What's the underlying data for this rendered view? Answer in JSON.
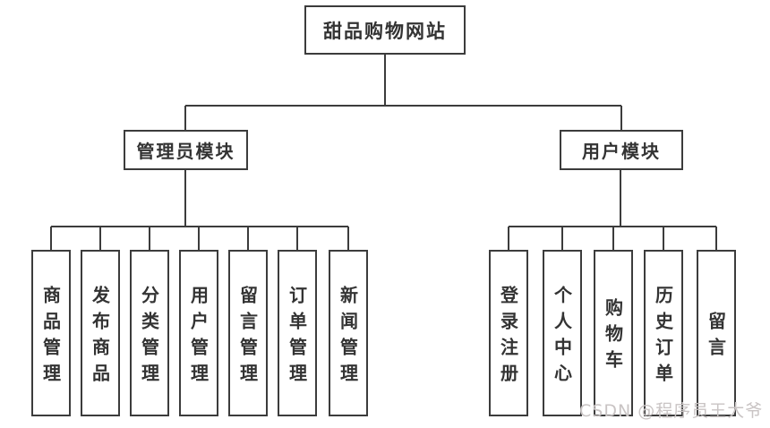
{
  "page": {
    "background": "#ffffff",
    "line_color": "#3c3c3c",
    "text_color": "#333333",
    "watermark": {
      "text": "CSDN @程序员王大爷",
      "color": "#c9c4c4"
    }
  },
  "tree": {
    "root": {
      "label": "甜品购物网站"
    },
    "branches": [
      {
        "label": "管理员模块",
        "children": [
          "商品管理",
          "发布商品",
          "分类管理",
          "用户管理",
          "留言管理",
          "订单管理",
          "新闻管理"
        ]
      },
      {
        "label": "用户模块",
        "children": [
          "登录注册",
          "个人中心",
          "购物车",
          "历史订单",
          "留言"
        ]
      }
    ]
  }
}
